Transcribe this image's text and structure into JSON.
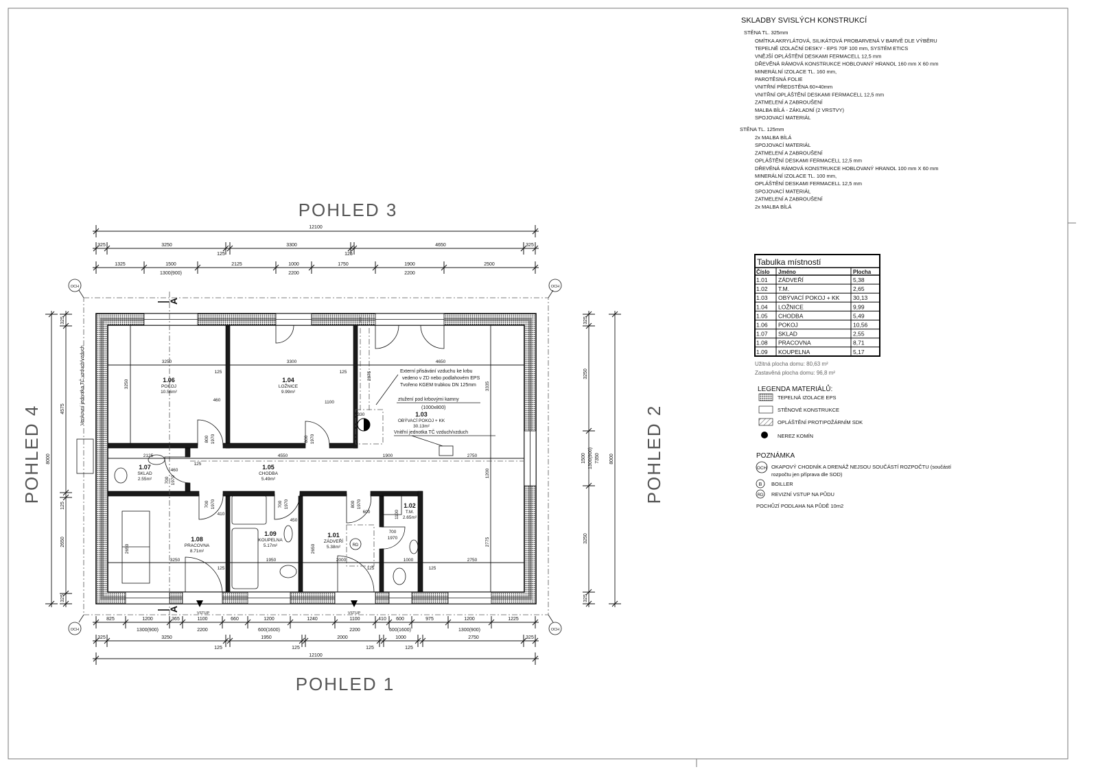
{
  "spec": {
    "title": "SKLADBY SVISLÝCH KONSTRUKCÍ",
    "wall325": {
      "heading": "STĚNA TL. 325mm",
      "layers": [
        "OMÍTKA AKRYLÁTOVÁ, SILIKÁTOVÁ PROBARVENÁ V BARVĚ DLE VÝBĚRU",
        "TEPELNĚ IZOLAČNÍ DESKY - EPS 70F 100 mm, SYSTÉM ETICS",
        "VNĚJŠÍ OPLÁŠTĚNÍ DESKAMI FERMACELL 12,5 mm",
        "DŘEVĚNÁ RÁMOVÁ KONSTRUKCE HOBLOVANÝ HRANOL 160 mm X 60 mm",
        "MINERÁLNÍ IZOLACE TL. 160 mm,",
        "PAROTĚSNÁ FOLIE",
        "VNITŘNÍ PŘEDSTĚNA 60×40mm",
        "VNITŘNÍ OPLÁŠTĚNÍ DESKAMI FERMACELL 12,5 mm",
        "ZATMELENÍ A ZABROUŠENÍ",
        "MALBA BÍLÁ - ZÁKLADNÍ (2 VRSTVY)",
        "SPOJOVACÍ MATERIÁL"
      ]
    },
    "wall125": {
      "heading": "STĚNA TL. 125mm",
      "layers": [
        "2x MALBA BÍLÁ",
        "SPOJOVACÍ MATERIÁL",
        "ZATMELENÍ A ZABROUŠENÍ",
        "OPLÁŠTĚNÍ DESKAMI FERMACELL 12,5 mm",
        "DŘEVĚNÁ RÁMOVÁ KONSTRUKCE HOBLOVANÝ HRANOL 100 mm X 60 mm",
        "MINERÁLNÍ IZOLACE TL. 100 mm,",
        "OPLÁŠTĚNÍ DESKAMI FERMACELL 12,5 mm",
        "SPOJOVACÍ MATERIÁL",
        "ZATMELENÍ A ZABROUŠENÍ",
        "2x MALBA BÍLÁ"
      ]
    }
  },
  "room_table": {
    "title": "Tabulka místností",
    "headers": [
      "Číslo",
      "Jméno",
      "Plocha"
    ],
    "rows": [
      [
        "1.01",
        "ZÁDVEŘÍ",
        "5,38"
      ],
      [
        "1.02",
        "T.M.",
        "2,65"
      ],
      [
        "1.03",
        "OBÝVACÍ POKOJ + KK",
        "30,13"
      ],
      [
        "1.04",
        "LOŽNICE",
        "9,99"
      ],
      [
        "1.05",
        "CHODBA",
        "5,49"
      ],
      [
        "1.06",
        "POKOJ",
        "10,56"
      ],
      [
        "1.07",
        "SKLAD",
        "2,55"
      ],
      [
        "1.08",
        "PRACOVNA",
        "8,71"
      ],
      [
        "1.09",
        "KOUPELNA",
        "5,17"
      ]
    ]
  },
  "areas": {
    "usable": "Užitná plocha domu: 80,63 m²",
    "built": "Zastavěná plocha domu: 96,8 m²"
  },
  "legend": {
    "title": "LEGENDA MATERIÁLŮ:",
    "items": [
      "TEPELNÁ IZOLACE EPS",
      "STĚNOVÉ KONSTRUKCE",
      "OPLÁŠTĚNÍ PROTIPOŽÁRNÍM SDK",
      "NEREZ KOMÍN"
    ]
  },
  "notes": {
    "title": "POZNÁMKA",
    "och_symbol": "OCH",
    "och_line1": "OKAPOVÝ CHODNÍK A DRENÁŽ NEJSOU SOUČÁSTÍ ROZPOČTU (součástí",
    "och_line2": "rozpočtu jen příprava dle SOD)",
    "b_symbol": "B",
    "b_text": "BOILLER",
    "rd_symbol": "RD",
    "rd_text": "REVIZNÍ VSTUP NA PŮDU",
    "floor_text": "POCHŮZÍ PODLAHA NA PŮDĚ 10m2"
  },
  "views": {
    "top": "POHLED 3",
    "right": "POHLED 2",
    "bottom": "POHLED 1",
    "left": "POHLED 4"
  },
  "rooms": [
    {
      "num": "1.06",
      "name": "POKOJ",
      "area": "10.56m²"
    },
    {
      "num": "1.04",
      "name": "LOŽNICE",
      "area": "9.99m²"
    },
    {
      "num": "1.03",
      "name": "OBÝVACÍ POKOJ + KK",
      "area": "30.13m²"
    },
    {
      "num": "1.07",
      "name": "SKLAD",
      "area": "2.55m²"
    },
    {
      "num": "1.05",
      "name": "CHODBA",
      "area": "5.49m²"
    },
    {
      "num": "1.08",
      "name": "PRACOVNA",
      "area": "8.71m²"
    },
    {
      "num": "1.09",
      "name": "KOUPELNA",
      "area": "5.17m²"
    },
    {
      "num": "1.01",
      "name": "ZÁDVEŘÍ",
      "area": "5.38m²"
    },
    {
      "num": "1.02",
      "name": "T.M.",
      "area": "2.65m²"
    }
  ],
  "annotations": {
    "air_line1": "Externí přisávání vzduchu ke krbu",
    "air_line2": "vedeno v ZD nebo podlahovém EPS",
    "air_line3": "Tvořeno  KGEM trubkou DN 125mm",
    "stiff": "ztužení pod krbovými kamny",
    "stiff_size": "(1000x800)",
    "indoor_unit": "Vnitřní jednotka TČ vzduch/vzduch",
    "outdoor_unit": "Venkovní jednotka TČ vzduch/vzduch",
    "entry": "VSTUP",
    "och": "OCH",
    "section": "A",
    "rd": "RD"
  },
  "dims": {
    "top_total": "12100",
    "top_walls": [
      "325",
      "3250",
      "125",
      "3300",
      "125",
      "4650",
      "325"
    ],
    "top_openings": [
      "1325",
      "1500",
      "1300(900)",
      "2125",
      "1000",
      "2200",
      "1750",
      "1900",
      "2200",
      "2500"
    ],
    "bottom_openings": [
      "825",
      "1200",
      "1300(900)",
      "365",
      "1100",
      "2200",
      "660",
      "1200",
      "600(1600)",
      "1240",
      "1100",
      "2200",
      "410",
      "600",
      "600(1600)",
      "975",
      "1200",
      "1300(900)",
      "1225"
    ],
    "bottom_walls": [
      "325",
      "3250",
      "125",
      "1950",
      "125",
      "2000",
      "125",
      "1000",
      "125",
      "2750",
      "325"
    ],
    "bottom_total": "12100",
    "left_outer": "8000",
    "left_walls": [
      "325",
      "4575",
      "125",
      "2650",
      "325"
    ],
    "right_outer": "8000",
    "right_walls": [
      "325",
      "3250",
      "1500",
      "1300(900)",
      "3250",
      "325"
    ],
    "right_inner": "7350",
    "interior": [
      "3250",
      "3300",
      "4650",
      "3250",
      "3335",
      "2875",
      "1100",
      "460",
      "125",
      "125",
      "2125",
      "4550",
      "1900",
      "2750",
      "1200",
      "460",
      "125",
      "2650",
      "2650",
      "3250",
      "1950",
      "2000",
      "1000",
      "2750",
      "2775",
      "410",
      "450",
      "600",
      "1100",
      "125",
      "125",
      "125",
      "330"
    ],
    "doors": [
      "800",
      "1970",
      "800",
      "1970",
      "700",
      "1970",
      "700",
      "1970",
      "700",
      "1970",
      "800",
      "1970",
      "700",
      "1970"
    ]
  }
}
